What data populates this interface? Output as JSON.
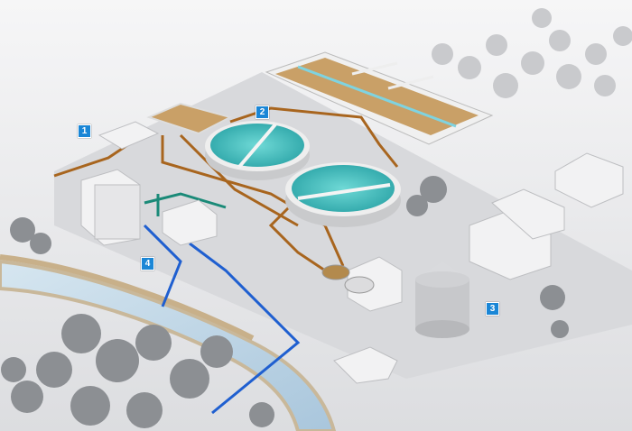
{
  "markers": [
    {
      "id": "1",
      "label": "1"
    },
    {
      "id": "2",
      "label": "2"
    },
    {
      "id": "3",
      "label": "3"
    },
    {
      "id": "4",
      "label": "4"
    }
  ],
  "colors": {
    "marker": "#1a86d6",
    "water": "#3fbfbf",
    "pipe_brown": "#a8651e",
    "pipe_blue": "#1f5fd0",
    "pipe_green": "#1a8a78",
    "ground": "#e2e3e5",
    "tree": "#8c8f93"
  }
}
